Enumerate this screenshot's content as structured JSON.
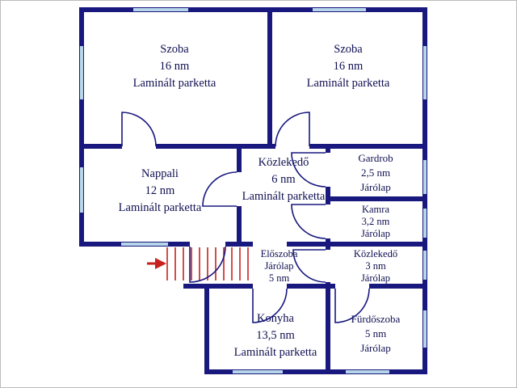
{
  "colors": {
    "wall": "#18187e",
    "window": "#b7d6e9",
    "text": "#0f0f52",
    "stairs": "#c8201e",
    "arrow": "#c8201e",
    "background": "#ffffff"
  },
  "icons": {
    "entrance_arrow": "right-arrow",
    "stairs_hatching": "red-tick-lines",
    "door_swing": "quarter-circle-arc"
  },
  "rooms": [
    {
      "key": "szoba-1",
      "name": "Szoba",
      "area": "16 nm",
      "floor": "Laminált parketta"
    },
    {
      "key": "szoba-2",
      "name": "Szoba",
      "area": "16 nm",
      "floor": "Laminált parketta"
    },
    {
      "key": "nappali",
      "name": "Nappali",
      "area": "12 nm",
      "floor": "Laminált parketta"
    },
    {
      "key": "kozlekedo-1",
      "name": "Közlekedő",
      "area": "6 nm",
      "floor": "Laminált parketta"
    },
    {
      "key": "gardrob",
      "name": "Gardrob",
      "area": "2,5 nm",
      "floor": "Járólap"
    },
    {
      "key": "kamra",
      "name": "Kamra",
      "area": "3,2 nm",
      "floor": "Járólap"
    },
    {
      "key": "kozlekedo-2",
      "name": "Közlekedő",
      "area": "3 nm",
      "floor": "Járólap"
    },
    {
      "key": "eloszoba",
      "name": "Előszoba",
      "area": "5 nm",
      "floor": "Járólap"
    },
    {
      "key": "konyha",
      "name": "Konyha",
      "area": "13,5 nm",
      "floor": "Laminált parketta"
    },
    {
      "key": "furdoszoba",
      "name": "Fürdőszoba",
      "area": "5 nm",
      "floor": "Járólap"
    }
  ]
}
